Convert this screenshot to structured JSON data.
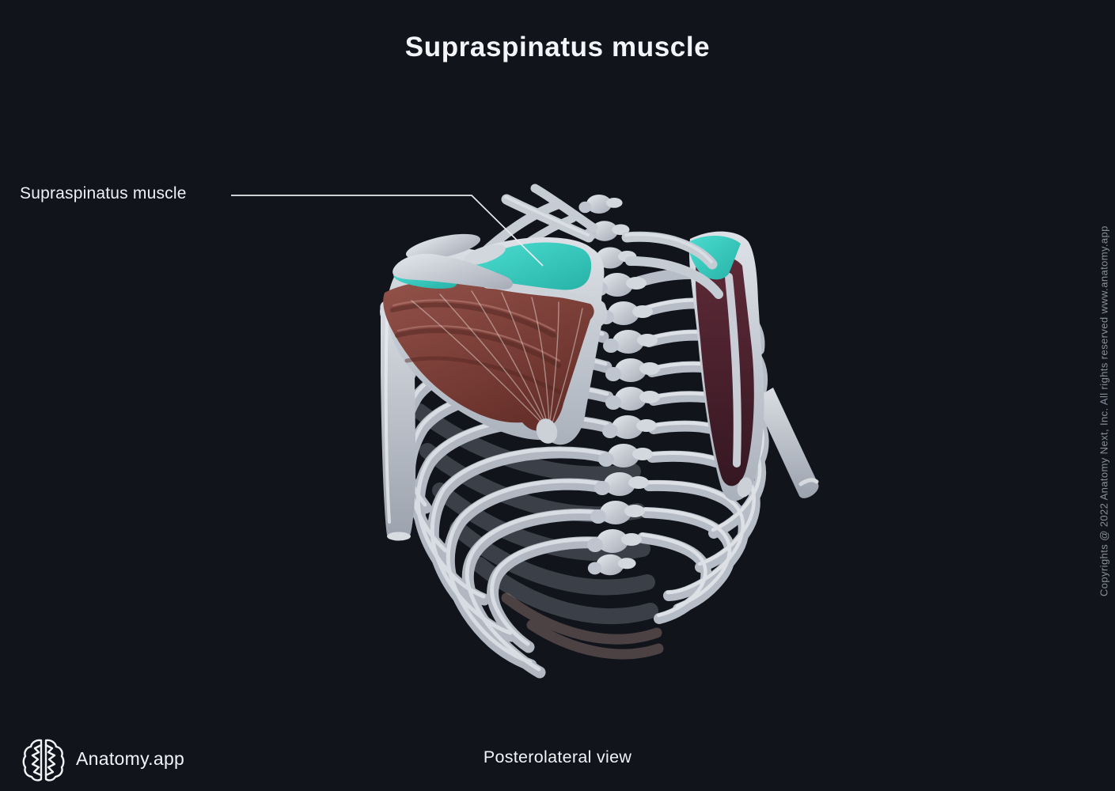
{
  "header": {
    "title": "Supraspinatus muscle"
  },
  "annotation": {
    "label": "Supraspinatus muscle"
  },
  "figure": {
    "subject": "Thoracic skeleton with scapulae, posterolateral view, supraspinatus muscles highlighted",
    "highlighted_structure": "Supraspinatus muscle",
    "highlight_color": "#2fc9bd",
    "superficial_muscle_color": "#7c4038",
    "deep_muscle_color": "#48212d",
    "bone_color": "#c6cbd4",
    "background_color": "#11141b"
  },
  "footer": {
    "brand": "Anatomy.app",
    "logo_icon": "brain-icon",
    "view_caption": "Posterolateral view"
  },
  "copyright": {
    "text": "Copyrights @ 2022 Anatomy Next, Inc. All rights reserved www.anatomy.app"
  }
}
